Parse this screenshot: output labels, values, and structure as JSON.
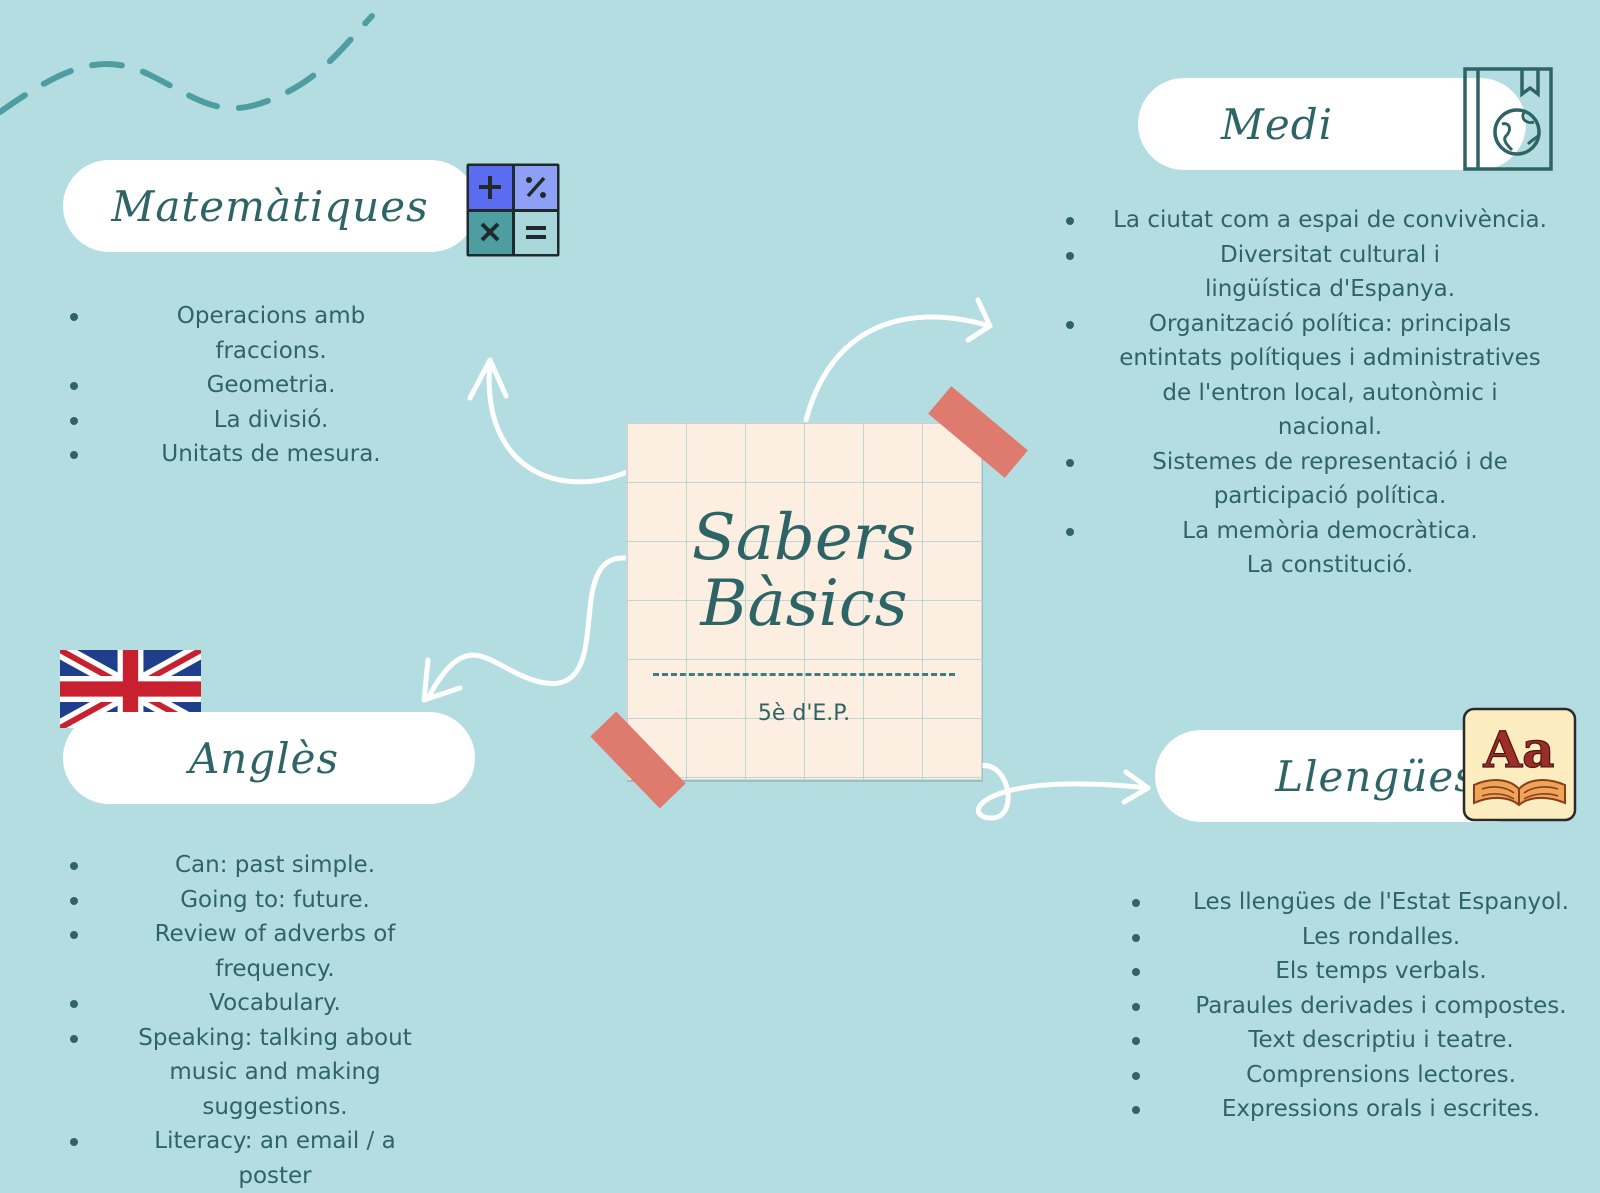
{
  "center": {
    "title_line1": "Sabers",
    "title_line2": "Bàsics",
    "subtitle": "5è d'E.P."
  },
  "sections": {
    "matematiques": {
      "title": "Matemàtiques",
      "icon": "calculator-icon",
      "items": [
        "Operacions amb fraccions.",
        "Geometria.",
        "La divisió.",
        "Unitats de mesura."
      ]
    },
    "medi": {
      "title": "Medi",
      "icon": "globe-book-icon",
      "items": [
        "La ciutat com a espai de convivència.",
        "Diversitat cultural i lingüística d'Espanya.",
        "Organització política: principals entintats polítiques i administratives de l'entron local, autonòmic i nacional.",
        "Sistemes de representació i de participació política.",
        "La memòria democràtica. La constitució."
      ]
    },
    "angles": {
      "title": "Anglès",
      "icon": "uk-flag-icon",
      "items": [
        "Can: past simple.",
        "Going to: future.",
        "Review of adverbs of frequency.",
        "Vocabulary.",
        "Speaking: talking about music and making suggestions.",
        "Literacy: an email / a poster"
      ]
    },
    "llengues": {
      "title": "Llengües",
      "icon": "dictionary-aa-icon",
      "items": [
        "Les llengües de l'Estat Espanyol.",
        "Les rondalles.",
        "Els temps verbals.",
        "Paraules derivades i compostes.",
        "Text descriptiu i teatre.",
        "Comprensions lectores.",
        "Expressions orals i escrites."
      ]
    }
  },
  "colors": {
    "background": "#b4dde2",
    "text": "#2f6466",
    "note_paper": "#fcefe2",
    "tape": "#df7b6e",
    "calculator_blue": "#5a6cf0",
    "calculator_teal": "#4e9ea1"
  }
}
